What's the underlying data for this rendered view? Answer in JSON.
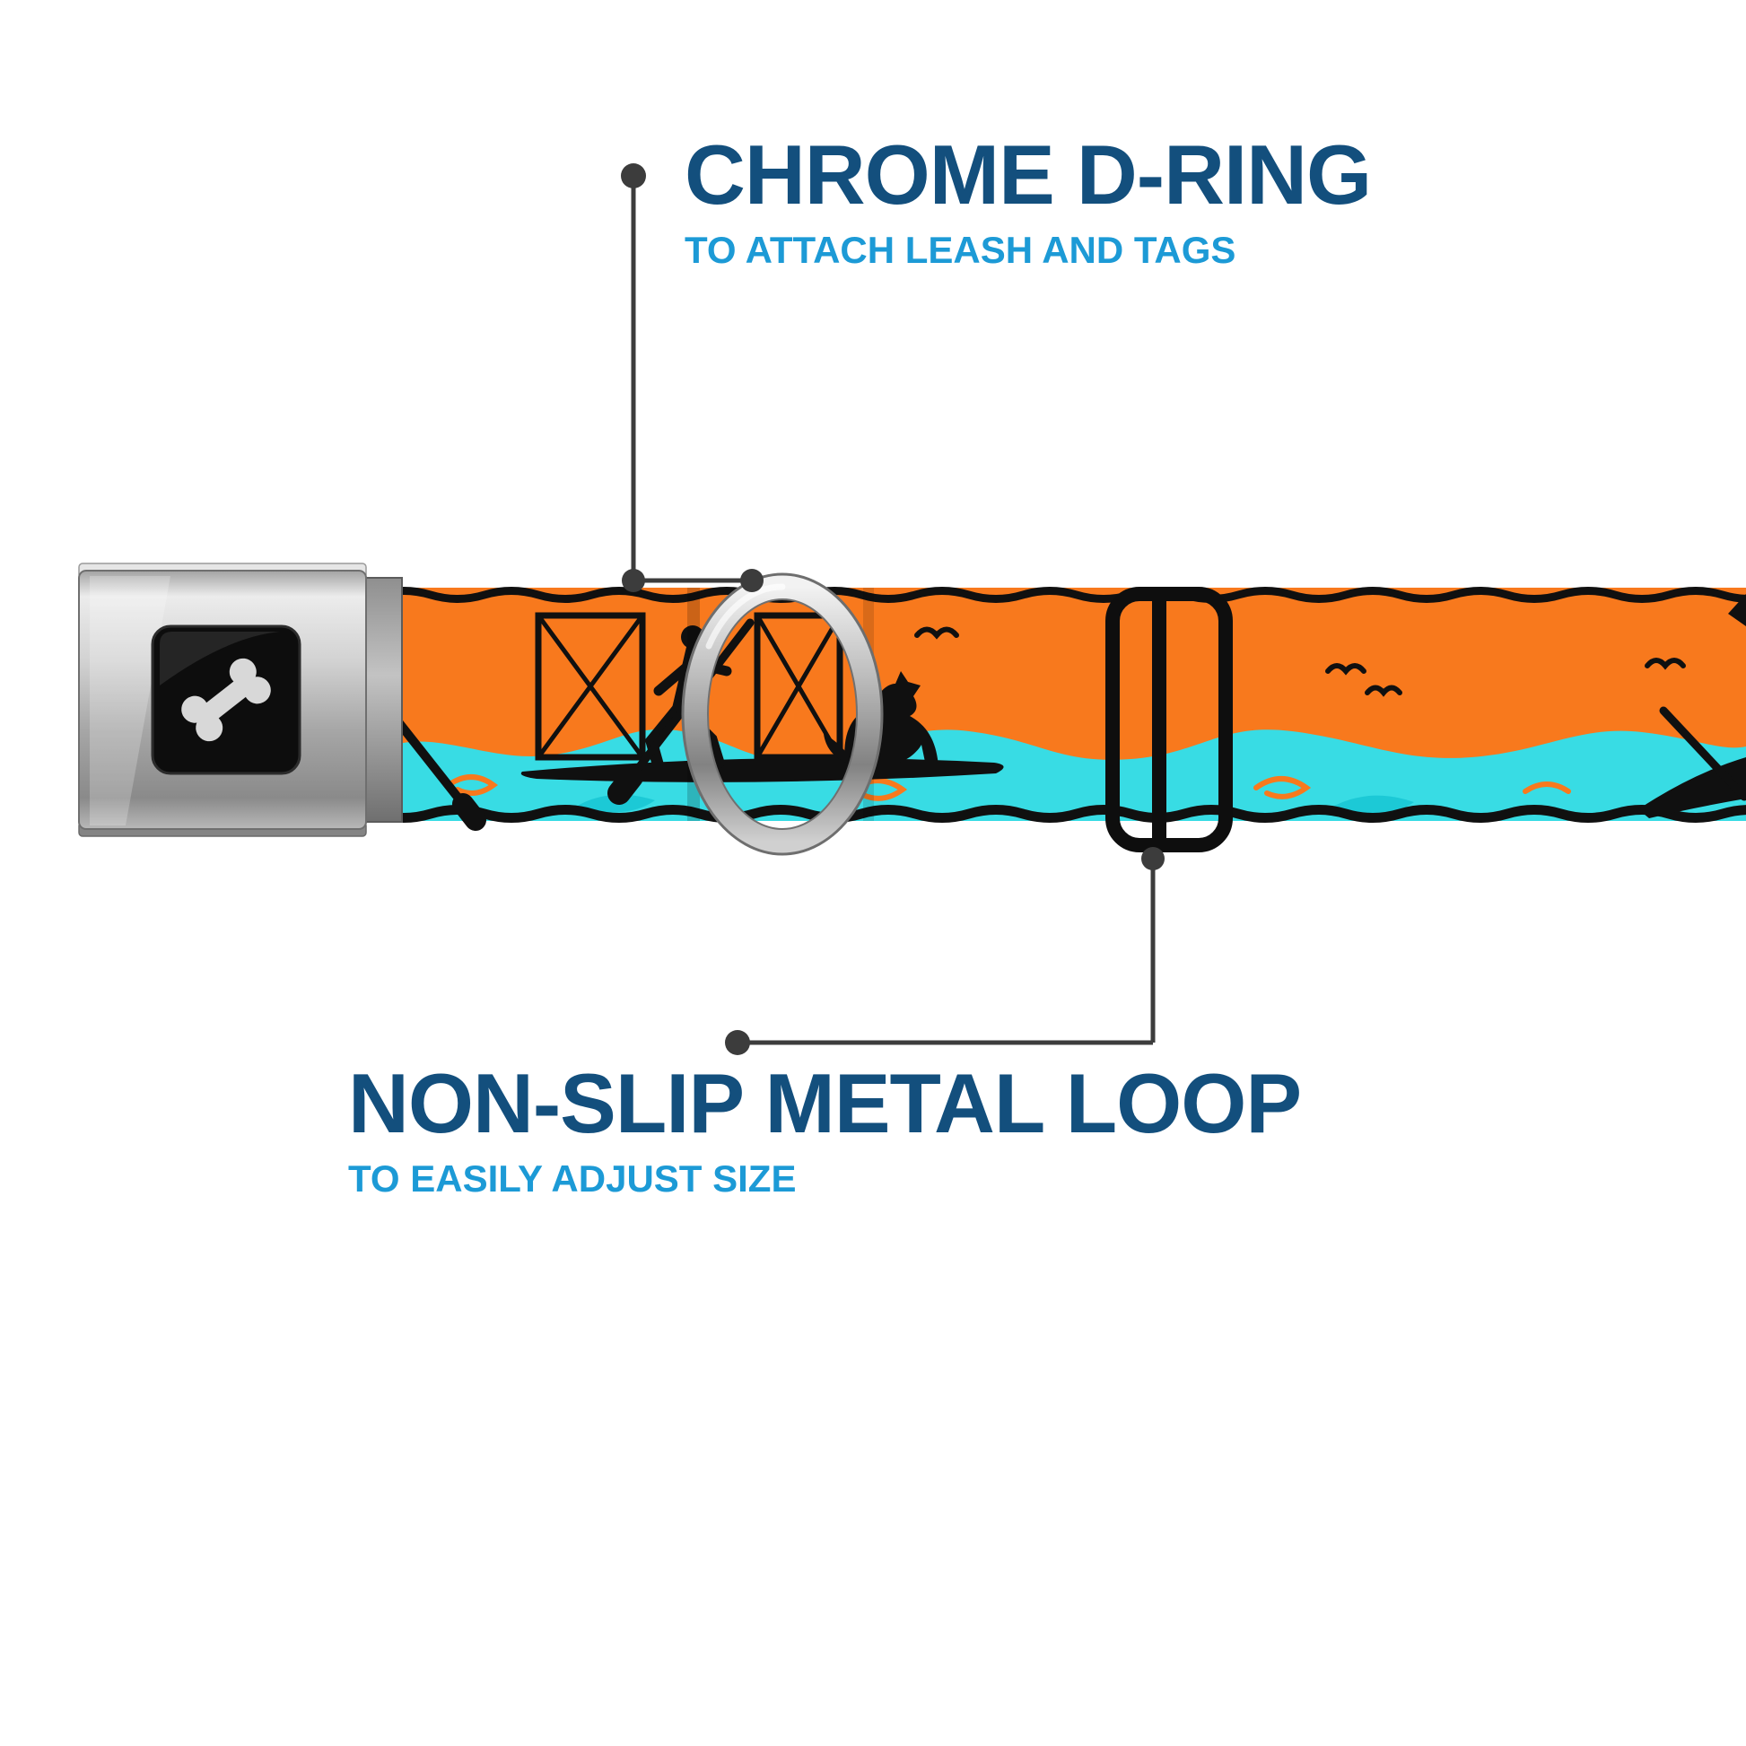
{
  "callouts": {
    "top": {
      "title": "CHROME D-RING",
      "subtitle": "TO ATTACH LEASH AND TAGS"
    },
    "bottom": {
      "title": "NON-SLIP METAL LOOP",
      "subtitle": "TO EASILY ADJUST SIZE"
    }
  },
  "product": {
    "buckle_logo_icon": "dog-bone-icon",
    "parts": [
      "seatbelt-buckle",
      "webbing-strap",
      "chrome-d-ring",
      "non-slip-metal-loop"
    ]
  },
  "colors": {
    "navy": "#134F7D",
    "azure": "#1C9AD6",
    "orange": "#F8791D",
    "turquoise": "#38DCE4",
    "ink": "#101010",
    "callout": "#3C3C3C",
    "background": "#FFFFFF"
  }
}
